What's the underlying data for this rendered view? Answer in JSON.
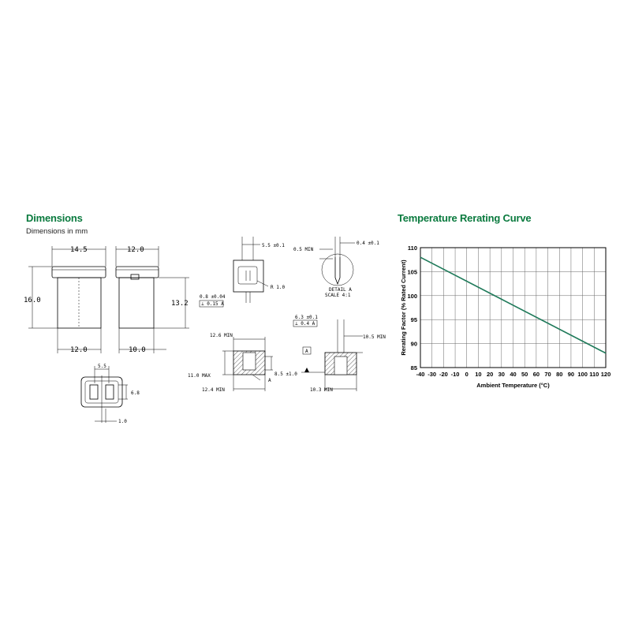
{
  "dimensions": {
    "title": "Dimensions",
    "subtitle": "Dimensions in mm",
    "labels": {
      "top_width_front": "14.5",
      "top_width_side": "12.0",
      "height_front": "16.0",
      "height_side": "13.2",
      "bottom_width_front": "12.0",
      "bottom_width_side": "10.0",
      "bottom_view_width": "5.5",
      "bottom_view_height": "6.8",
      "bottom_view_gap": "1.0"
    },
    "detail_labels": {
      "slot_width": "5.5 ±0.1",
      "radius": "R 1.0",
      "thickness": "0.8 ±0.04",
      "tol_box1": "⊥ 0.15 A",
      "tip_width": "0.4 ±0.1",
      "tip_length": "0.5 MIN",
      "detail_a": "DETAIL A",
      "scale": "SCALE 4:1",
      "depth_min": "12.6 MIN",
      "max_height": "11.0 MAX",
      "inner": "8.5 ±1.0",
      "datum_a": "A",
      "base_min": "12.4 MIN",
      "slot2": "6.3 ±0.1",
      "tol_box2": "⊥ 0.4 A",
      "datum_box": "A",
      "depth2": "10.5 MIN",
      "base2": "10.3 MIN"
    }
  },
  "chart_data": {
    "type": "line",
    "title": "Temperature Rerating Curve",
    "xlabel": "Ambient Temperature (°C)",
    "ylabel": "Rerating Factor (% Rated Current)",
    "x": [
      -40,
      120
    ],
    "series": [
      {
        "values": [
          108,
          88
        ]
      }
    ],
    "xlim": [
      -40,
      120
    ],
    "ylim": [
      85,
      110
    ],
    "xticks": [
      "-40",
      "-30",
      "-20",
      "-10",
      "0",
      "10",
      "20",
      "30",
      "40",
      "50",
      "60",
      "70",
      "80",
      "90",
      "100",
      "110",
      "120"
    ],
    "yticks": [
      "85",
      "90",
      "95",
      "100",
      "105",
      "110"
    ],
    "grid": true,
    "line_color": "#1f7a5a"
  }
}
